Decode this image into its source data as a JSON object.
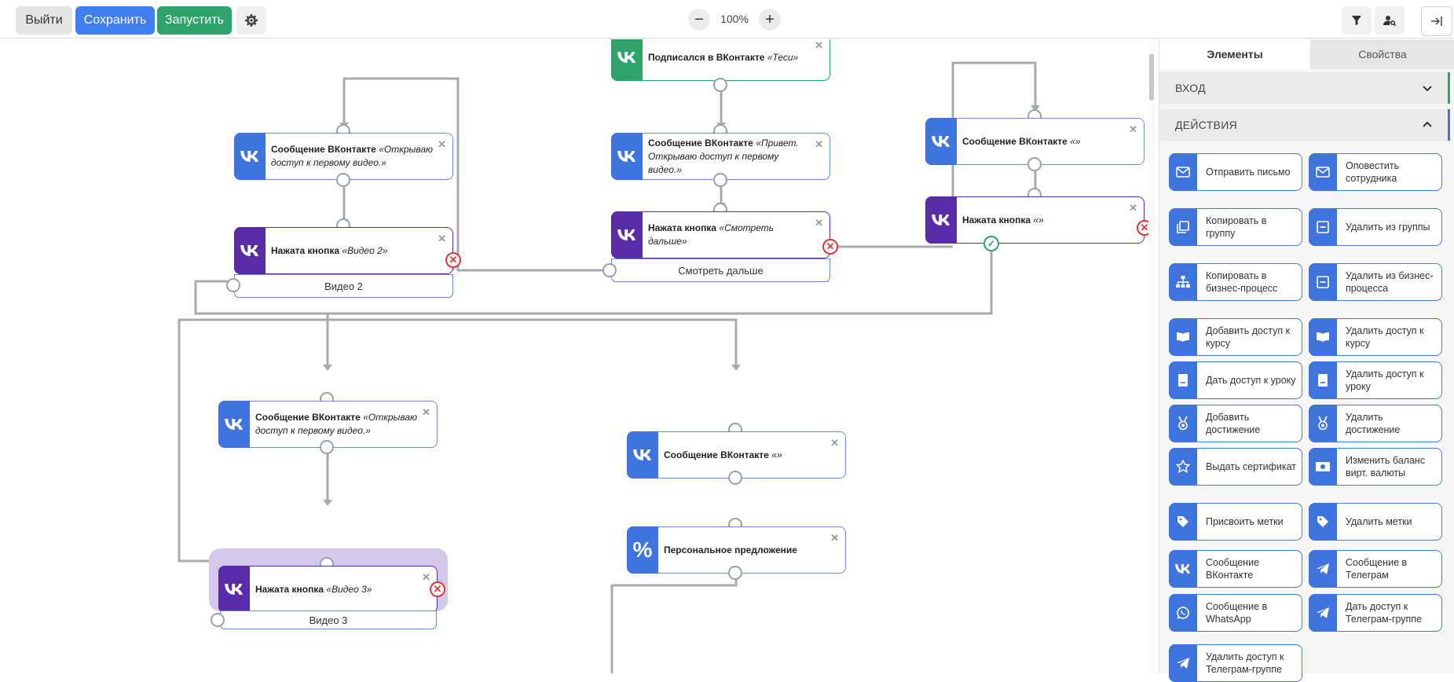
{
  "toolbar": {
    "exit_label": "Выйти",
    "save_label": "Сохранить",
    "run_label": "Запустить",
    "zoom_minus": "−",
    "zoom_value": "100%",
    "zoom_plus": "+"
  },
  "colors": {
    "vk_blue": "#3f73de",
    "vk_purple": "#5a2ba8",
    "trigger_green": "#2ea46c",
    "error_red": "#d9383a"
  },
  "nodes": {
    "trigger": {
      "title": "Подписался в ВКонтакте",
      "detail": "«Теси»"
    },
    "msg_center": {
      "title": "Сообщение ВКонтакте",
      "detail": "«Привет. Открываю доступ к первому видео.»"
    },
    "btn_center": {
      "title": "Нажата кнопка",
      "detail": "«Смотреть дальше»",
      "sub": "Смотреть дальше"
    },
    "msg_left": {
      "title": "Сообщение ВКонтакте",
      "detail": "«Открываю доступ к первому видео.»"
    },
    "btn_left": {
      "title": "Нажата кнопка",
      "detail": "«Видео 2»",
      "sub": "Видео 2"
    },
    "msg_right": {
      "title": "Сообщение ВКонтакте",
      "detail": "«»"
    },
    "btn_right": {
      "title": "Нажата кнопка",
      "detail": "«»"
    },
    "msg_lower": {
      "title": "Сообщение ВКонтакте",
      "detail": "«Открываю доступ к первому видео.»"
    },
    "btn_lower": {
      "title": "Нажата кнопка",
      "detail": "«Видео 3»",
      "sub": "Видео 3"
    },
    "msg_mid": {
      "title": "Сообщение ВКонтакте",
      "detail": "«»"
    },
    "offer": {
      "title": "Персональное предложение"
    }
  },
  "panel": {
    "tab_elements": "Элементы",
    "tab_properties": "Свойства",
    "section_input": "ВХОД",
    "section_actions": "ДЕЙСТВИЯ",
    "actions": [
      {
        "label": "Отправить письмо",
        "icon": "envelope-icon"
      },
      {
        "label": "Оповестить сотрудника",
        "icon": "envelope-icon"
      },
      {
        "label": "Копировать в группу",
        "icon": "copy-icon"
      },
      {
        "label": "Удалить из группы",
        "icon": "minus-box-icon"
      },
      {
        "label": "Копировать в бизнес-процесс",
        "icon": "sitemap-icon"
      },
      {
        "label": "Удалить из бизнес-процесса",
        "icon": "minus-box-icon"
      },
      {
        "label": "Добавить доступ к курсу",
        "icon": "book-icon"
      },
      {
        "label": "Удалить доступ к курсу",
        "icon": "book-icon"
      },
      {
        "label": "Дать доступ к уроку",
        "icon": "lesson-icon"
      },
      {
        "label": "Удалить доступ к уроку",
        "icon": "lesson-icon"
      },
      {
        "label": "Добавить достижение",
        "icon": "medal-icon"
      },
      {
        "label": "Удалить достижение",
        "icon": "medal-icon"
      },
      {
        "label": "Выдать сертификат",
        "icon": "star-icon"
      },
      {
        "label": "Изменить баланс вирт. валюты",
        "icon": "money-icon"
      },
      {
        "label": "Присвоить метки",
        "icon": "tag-icon"
      },
      {
        "label": "Удалить метки",
        "icon": "tag-icon"
      },
      {
        "label": "Сообщение ВКонтакте",
        "icon": "vk-icon"
      },
      {
        "label": "Сообщение в Телеграм",
        "icon": "telegram-icon"
      },
      {
        "label": "Сообщение в WhatsApp",
        "icon": "whatsapp-icon"
      },
      {
        "label": "Дать доступ к Телеграм-группе",
        "icon": "telegram-icon"
      },
      {
        "label": "Удалить доступ к Телеграм-группе",
        "icon": "telegram-icon"
      }
    ]
  }
}
